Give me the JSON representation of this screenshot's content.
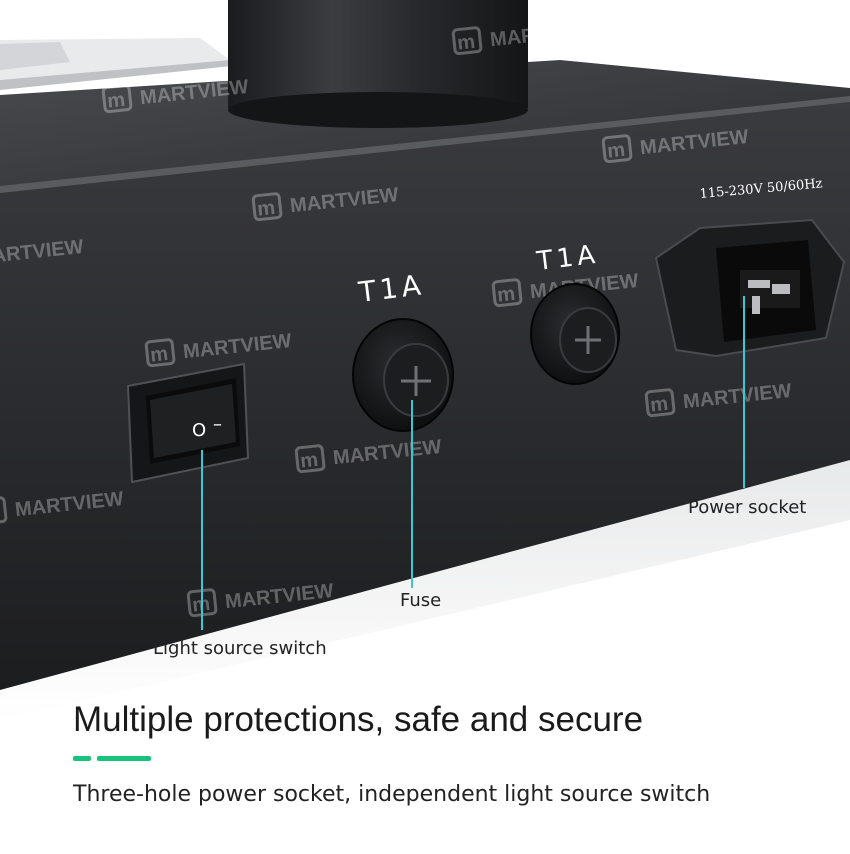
{
  "watermark": {
    "text": "MARTVIEW",
    "logo_letter": "m"
  },
  "panel": {
    "fuse_left_label": "T1A",
    "fuse_right_label": "T1A",
    "voltage_label": "115-230V  50/60Hz",
    "switch_symbols": {
      "off": "O",
      "on": "–"
    }
  },
  "callouts": {
    "power_socket": "Power socket",
    "fuse": "Fuse",
    "light_switch": "Light source switch"
  },
  "headline": "Multiple protections, safe and secure",
  "subline": "Three-hole power socket, independent light source switch",
  "colors": {
    "accent": "#19c37d",
    "leader_line": "#38c9d6",
    "device_body": "#2a2b2d"
  }
}
